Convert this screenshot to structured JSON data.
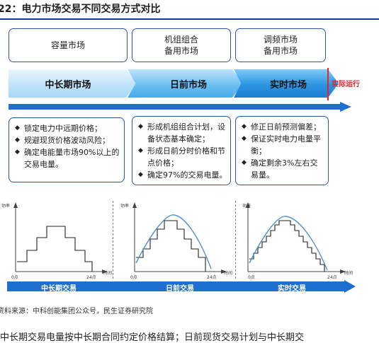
{
  "title": "22：电力市场交易不同交易方式对比",
  "top_boxes": [
    {
      "lines": [
        "容量市场"
      ]
    },
    {
      "lines": [
        "机组组合",
        "备用市场"
      ]
    },
    {
      "lines": [
        "调频市场",
        "备用市场"
      ]
    }
  ],
  "stages": [
    "中长期市场",
    "日前市场",
    "实时市场"
  ],
  "realtime_label": "实际运行",
  "features": [
    [
      "锁定电力中远期价格；",
      "规避现货价格波动风险；",
      "确定电能量市场90%以上的交易电量。"
    ],
    [
      "形成机组组合计划，设备状态基本确定；",
      "形成日前分时价格和节点价格；",
      "确定97%的交易电量。"
    ],
    [
      "修正日前预测偏差；",
      "保证实时电力电量平衡；",
      "确定剩余3%左右交易量。"
    ]
  ],
  "chart_axis": {
    "y_label": "功率",
    "x_label": "时间",
    "x_start": "0点",
    "x_end": "24点"
  },
  "bottom_labels": [
    "中长期交易",
    "日前交易",
    "实时交易"
  ],
  "source": "资料来源：中科创能集团公众号，民生证券研究院",
  "body_text": "中长期交易电量按中长期合同约定价格结算；日前现货交易计划与中长期交",
  "colors": {
    "primary": "#0b3d91",
    "arrow": "#1e6fd0",
    "accent_red": "#e4252d",
    "box_border": "#2a5aa6"
  }
}
